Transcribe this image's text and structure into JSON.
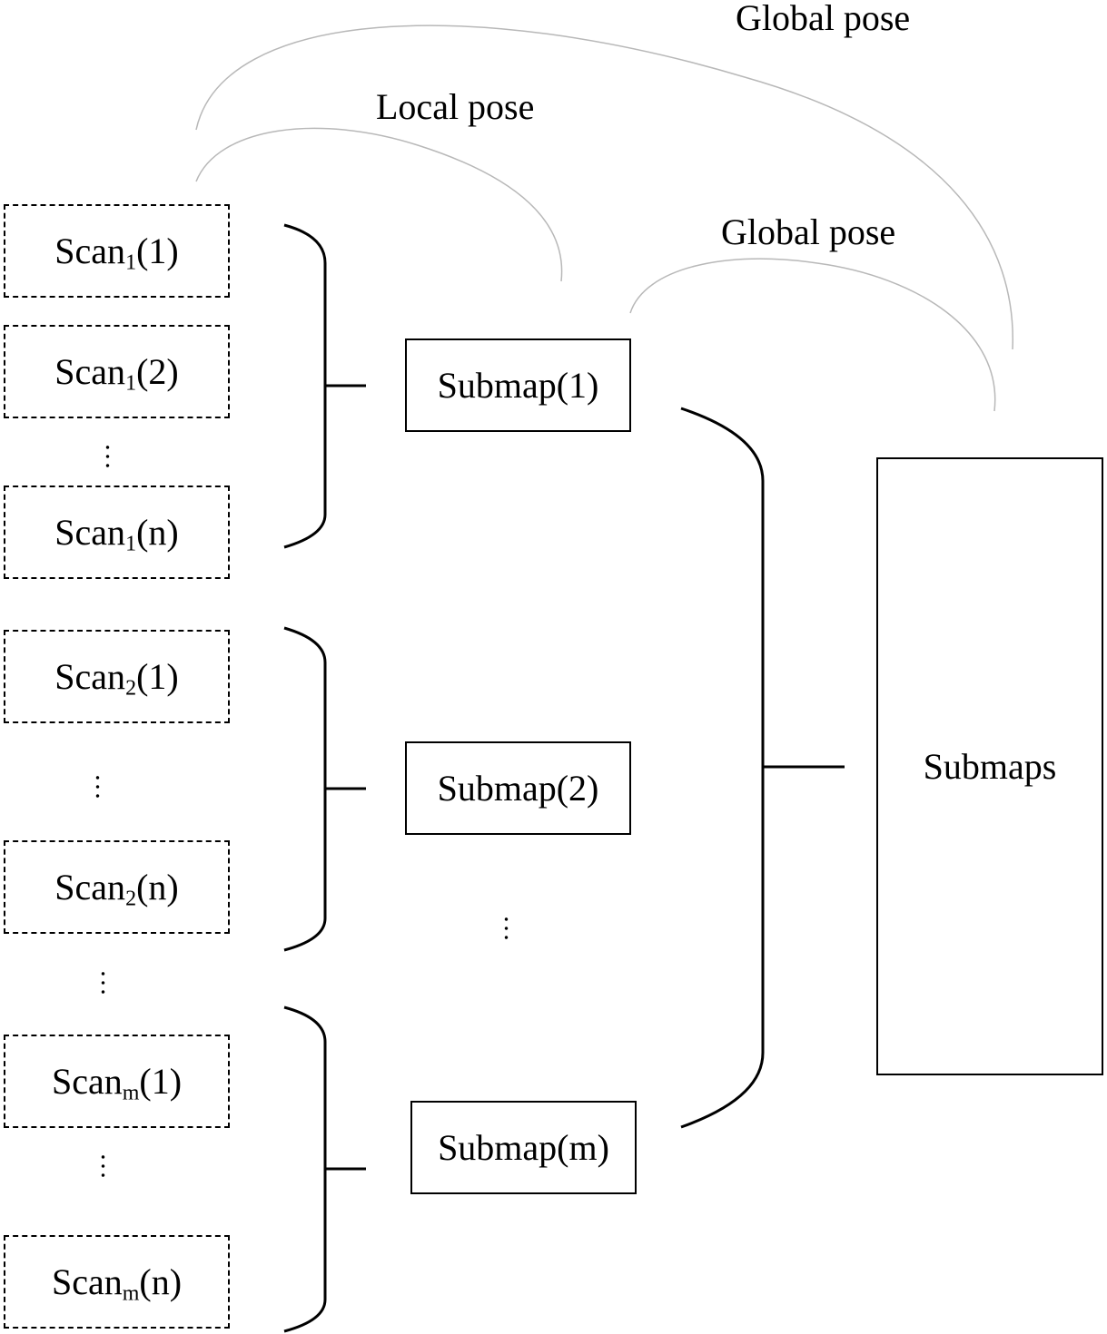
{
  "arcs": {
    "global_pose_outer": "Global pose",
    "local_pose": "Local pose",
    "global_pose_inner": "Global pose"
  },
  "scans": [
    {
      "base": "Scan",
      "sub": "1",
      "idx": "(1)"
    },
    {
      "base": "Scan",
      "sub": "1",
      "idx": "(2)"
    },
    {
      "base": "Scan",
      "sub": "1",
      "idx": "(n)"
    },
    {
      "base": "Scan",
      "sub": "2",
      "idx": "(1)"
    },
    {
      "base": "Scan",
      "sub": "2",
      "idx": "(n)"
    },
    {
      "base": "Scan",
      "sub": "m",
      "idx": "(1)"
    },
    {
      "base": "Scan",
      "sub": "m",
      "idx": "(n)"
    }
  ],
  "submaps": [
    "Submap(1)",
    "Submap(2)",
    "Submap(m)"
  ],
  "submaps_total": "Submaps",
  "ellipsis": "…"
}
